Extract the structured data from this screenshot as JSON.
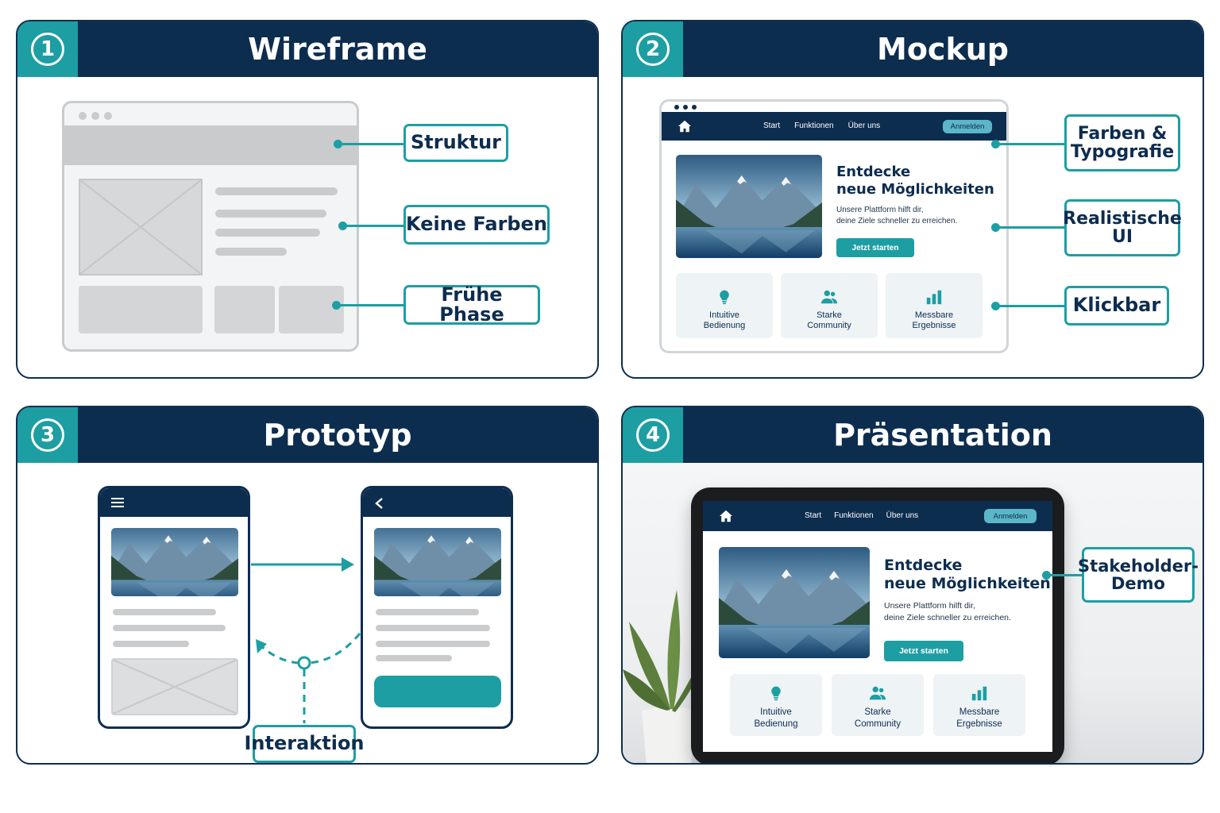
{
  "colors": {
    "navy": "#0d2d4f",
    "teal": "#1d9ea3",
    "gray": "#c9cbcd"
  },
  "panels": [
    {
      "number": "1",
      "title": "Wireframe"
    },
    {
      "number": "2",
      "title": "Mockup"
    },
    {
      "number": "3",
      "title": "Prototyp"
    },
    {
      "number": "4",
      "title": "Präsentation"
    }
  ],
  "wireframe": {
    "callouts": [
      "Struktur",
      "Keine Farben",
      "Frühe Phase"
    ]
  },
  "mockup": {
    "callouts": [
      "Farben & Typografie",
      "Realistische UI",
      "Klickbar"
    ],
    "nav": {
      "links": [
        "Start",
        "Funktionen",
        "Über uns"
      ],
      "login": "Anmelden"
    },
    "hero": {
      "title_line1": "Entdecke",
      "title_line2": "neue Möglichkeiten",
      "text_line1": "Unsere Plattform hilft dir,",
      "text_line2": "deine Ziele schneller zu erreichen.",
      "cta": "Jetzt starten"
    },
    "cards": [
      {
        "line1": "Intuitive",
        "line2": "Bedienung",
        "icon": "lightbulb-icon"
      },
      {
        "line1": "Starke",
        "line2": "Community",
        "icon": "users-icon"
      },
      {
        "line1": "Messbare",
        "line2": "Ergebnisse",
        "icon": "bar-chart-icon"
      }
    ]
  },
  "prototype": {
    "callout": "Interaktion"
  },
  "presentation": {
    "callout": "Stakeholder-Demo"
  }
}
